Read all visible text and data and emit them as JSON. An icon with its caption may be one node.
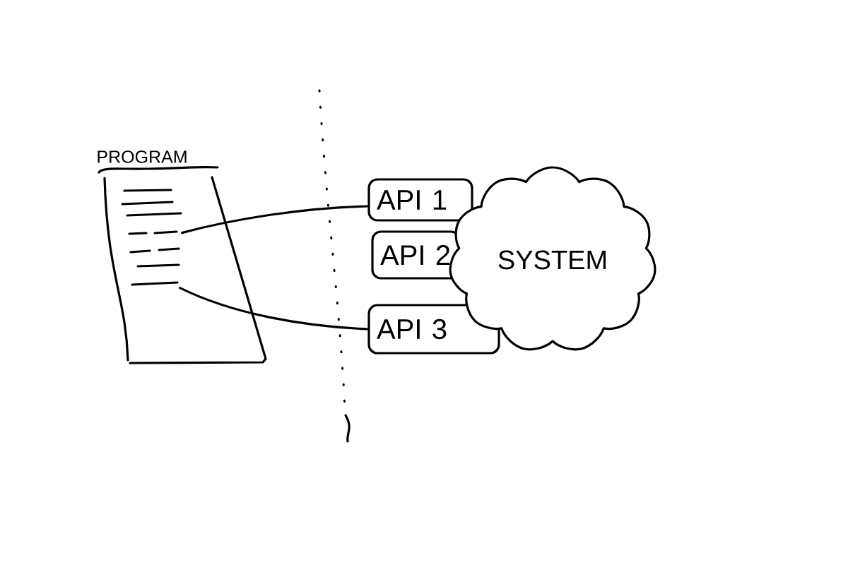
{
  "diagram": {
    "nodes": [
      {
        "text": [
          "PROGRAM"
        ]
      },
      {
        "text": [
          "API 1"
        ]
      },
      {
        "text": [
          "API 2"
        ]
      },
      {
        "text": [
          "API 3"
        ]
      },
      {
        "text": [
          "SYSTEM"
        ]
      }
    ],
    "edges": [
      {
        "from": 0,
        "to": 1,
        "arrow": "none"
      },
      {
        "from": 0,
        "to": 3,
        "arrow": "none"
      }
    ]
  }
}
